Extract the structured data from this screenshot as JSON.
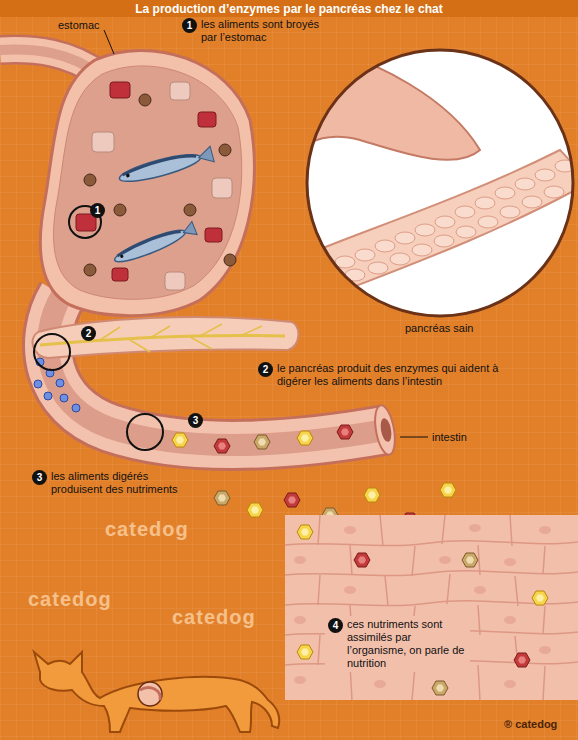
{
  "diagram": {
    "title": "La production d’enzymes par le pancréas chez le chat",
    "nodes": [
      {
        "text": [
          "1",
          "les aliments sont broyés par l’estomac"
        ]
      },
      {
        "text": [
          "2",
          "le pancréas produit des enzymes qui aident à digérer les aliments dans l’intestin"
        ]
      },
      {
        "text": [
          "3",
          "les aliments digérés produisent des nutriments"
        ]
      },
      {
        "text": [
          "4",
          "ces nutriments sont assimilés par l’organisme, on parle de nutrition"
        ]
      }
    ],
    "labels": [
      "estomac",
      "1",
      "2",
      "3",
      "pancréas sain",
      "intestin",
      "catedog",
      "catedog",
      "catedog",
      "® catedog"
    ]
  }
}
